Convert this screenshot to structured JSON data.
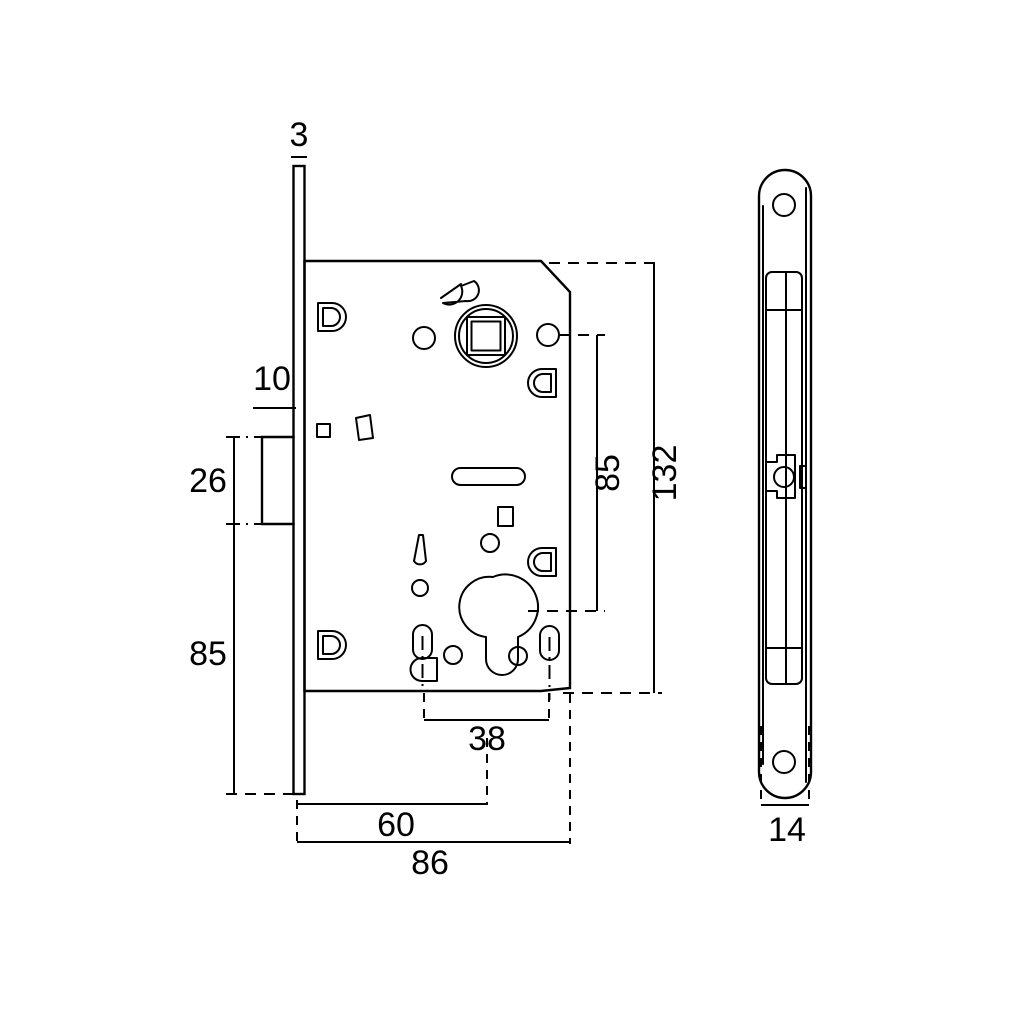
{
  "drawing": {
    "title": "Mortise Lock Technical Drawing",
    "units": "mm",
    "views": {
      "front": {
        "name": "front-elevation",
        "dimensions": {
          "faceplate_thickness": "3",
          "backset_offset_top": "10",
          "latch_bolt_height": "26",
          "lower_span": "85",
          "right_span_85": "85",
          "overall_height": "132",
          "cylinder_to_edge": "38",
          "backset": "60",
          "case_depth": "86"
        }
      },
      "side": {
        "name": "side-faceplate-view",
        "dimensions": {
          "faceplate_width": "14"
        }
      }
    },
    "labels": {
      "d3": "3",
      "d10": "10",
      "d26": "26",
      "d85_left": "85",
      "d85_right": "85",
      "d132": "132",
      "d38": "38",
      "d60": "60",
      "d86": "86",
      "d14": "14"
    },
    "colors": {
      "stroke": "#000000",
      "background": "#ffffff"
    }
  }
}
